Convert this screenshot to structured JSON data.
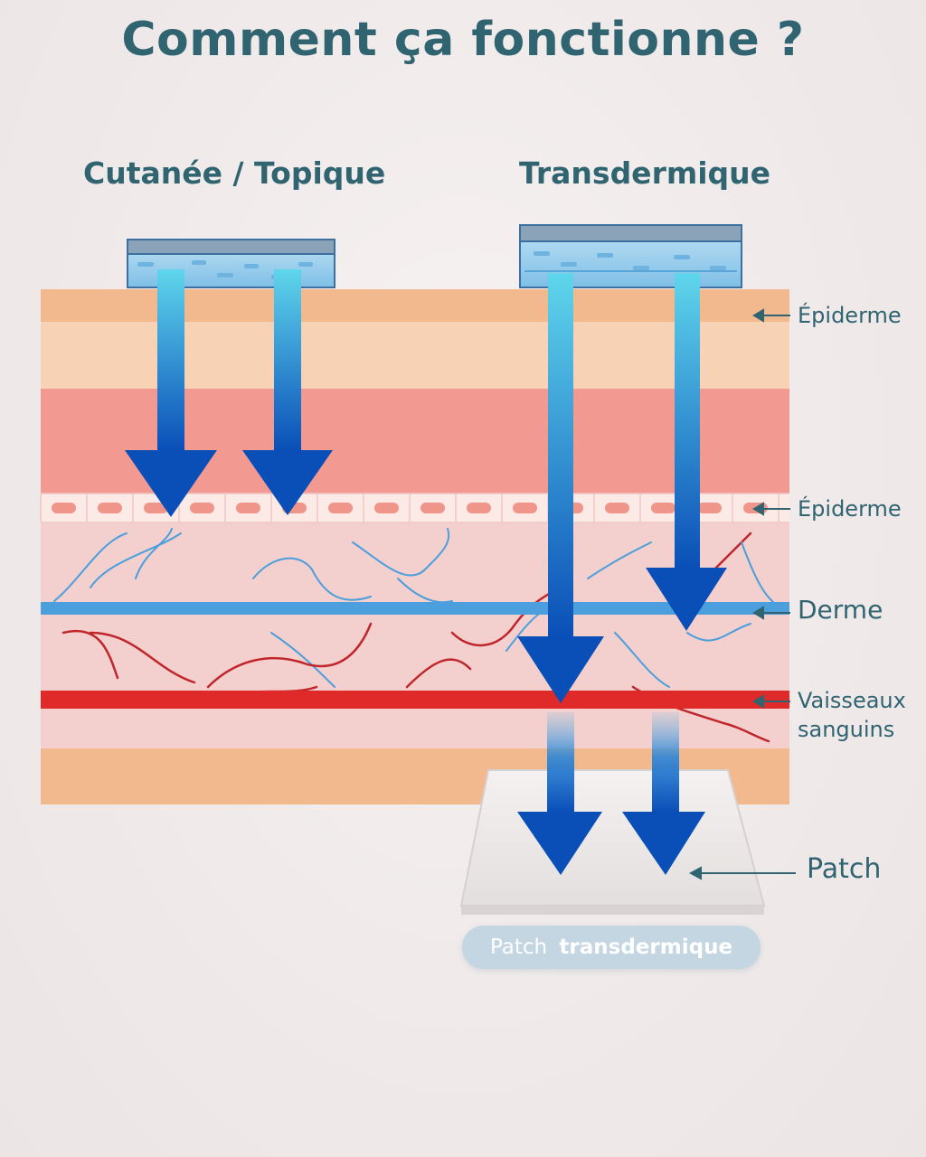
{
  "title": "Comment ça fonctionne ?",
  "columns": {
    "left": "Cutanée / Topique",
    "right": "Transdermique"
  },
  "layer_labels": {
    "epiderme_top": "Épiderme",
    "epiderme_cells": "Épiderme",
    "derme": "Derme",
    "vaisseaux_line1": "Vaisseaux",
    "vaisseaux_line2": "sanguins"
  },
  "patch_label": "Patch",
  "pill": {
    "prefix": "Patch",
    "bold": "transdermique"
  },
  "colors": {
    "title_text": "#2f6470",
    "arrow_light": "#5fd6ec",
    "arrow_dark": "#0a4fb8",
    "vessel_red": "#e02a2a",
    "vessel_blue": "#4a9fdc",
    "skin_top": "#f3b98e",
    "skin_light": "#f8d2b4",
    "skin_dermis": "#f29a92",
    "skin_pink": "#f3cfcd"
  }
}
